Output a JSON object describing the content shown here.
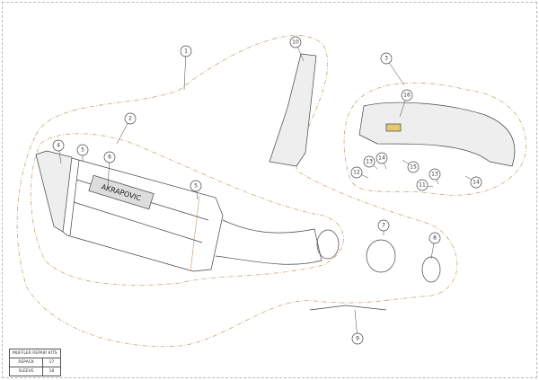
{
  "callouts": [
    "1",
    "2",
    "3",
    "4",
    "5",
    "6",
    "5",
    "7",
    "8",
    "9",
    "10",
    "11",
    "12",
    "13",
    "14",
    "15",
    "16",
    "13",
    "14"
  ],
  "logo_text": "AKRAPOVIC",
  "repair_kits": {
    "title": "MUFFLER REPAIR KITS",
    "rows": [
      {
        "name": "REPACK",
        "part": "17"
      },
      {
        "name": "SLEEVE",
        "part": "18"
      }
    ]
  }
}
